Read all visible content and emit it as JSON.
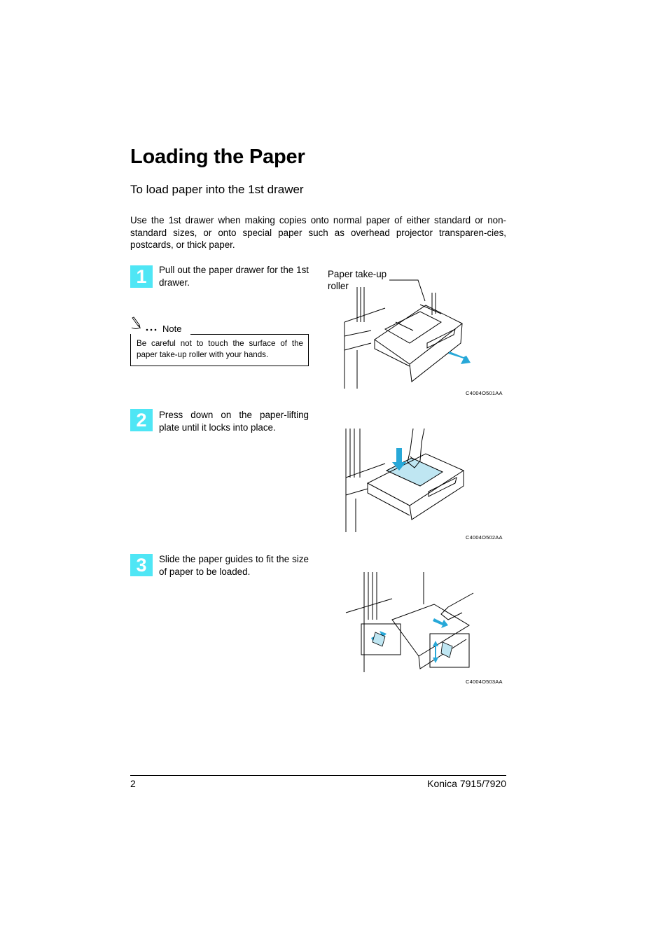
{
  "heading": {
    "title": "Loading the Paper",
    "subtitle": "To load paper into the 1st drawer"
  },
  "intro": "Use the 1st drawer when making copies onto normal paper of either standard or non-standard sizes, or onto special paper such as overhead projector transparen-cies, postcards, or thick paper.",
  "steps": [
    {
      "number": "1",
      "text": "Pull out the paper drawer for the 1st drawer."
    },
    {
      "number": "2",
      "text": "Press down on the paper-lifting plate until it locks into place."
    },
    {
      "number": "3",
      "text": "Slide the paper guides to fit the size of paper to be loaded."
    }
  ],
  "note": {
    "label": "Note",
    "text": "Be careful not to touch the surface of the paper take-up roller with your hands."
  },
  "figures": [
    {
      "callout": "Paper take-up roller",
      "code": "C4004O501AA"
    },
    {
      "code": "C4004O502AA"
    },
    {
      "code": "C4004O503AA"
    }
  ],
  "footer": {
    "page_number": "2",
    "model": "Konica 7915/7920"
  },
  "colors": {
    "accent": "#4fe6f5",
    "highlight": "#bfe6f2",
    "arrow": "#27a8d8"
  },
  "icons": [
    "pencil-note-icon",
    "arrow-icon"
  ]
}
